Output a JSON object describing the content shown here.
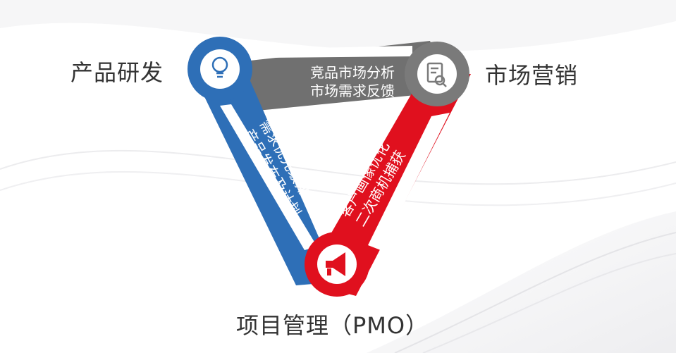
{
  "nodes": {
    "rd": {
      "label": "产品研发",
      "icon": "lightbulb-icon",
      "color": "#2e6fb7"
    },
    "marketing": {
      "label": "市场营销",
      "icon": "document-search-icon",
      "color": "#7a7a7a"
    },
    "pmo": {
      "label": "项目管理（PMO）",
      "icon": "megaphone-icon",
      "color": "#e0101e"
    }
  },
  "flows": {
    "gray": {
      "line1": "竞品市场分析",
      "line2": "市场需求反馈"
    },
    "blue": {
      "line1": "需求优先级排序",
      "line2": "产品发布及计划"
    },
    "red": {
      "line1": "客户画像优化",
      "line2": "二次商机捕获"
    }
  }
}
